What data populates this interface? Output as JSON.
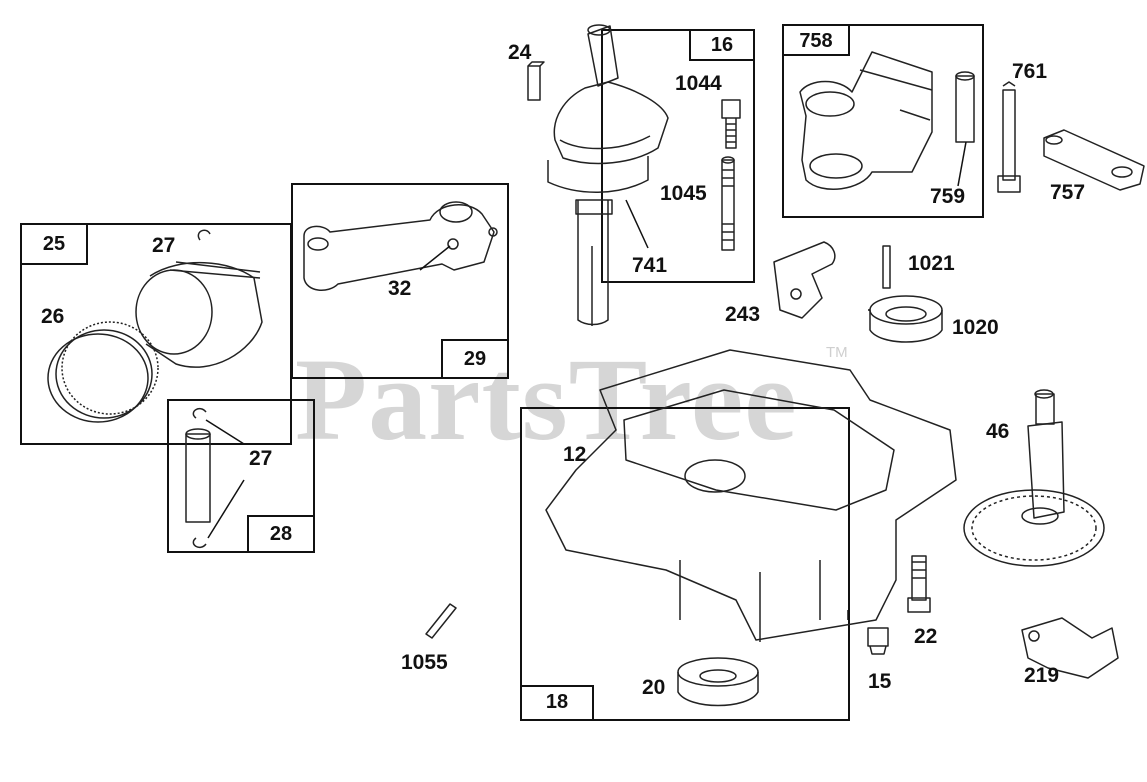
{
  "watermark": {
    "text": "PartsTree",
    "mark": "TM"
  },
  "group_tags": {
    "g16": "16",
    "g758": "758",
    "g25": "25",
    "g29": "29",
    "g28": "28",
    "g18": "18"
  },
  "callouts": {
    "c24": "24",
    "c1044": "1044",
    "c1045": "1045",
    "c741": "741",
    "c761": "761",
    "c759": "759",
    "c757": "757",
    "c27a": "27",
    "c26": "26",
    "c32": "32",
    "c27b": "27",
    "c1021": "1021",
    "c243": "243",
    "c1020": "1020",
    "c46": "46",
    "c12": "12",
    "c22": "22",
    "c219": "219",
    "c15": "15",
    "c20": "20",
    "c1055": "1055"
  }
}
